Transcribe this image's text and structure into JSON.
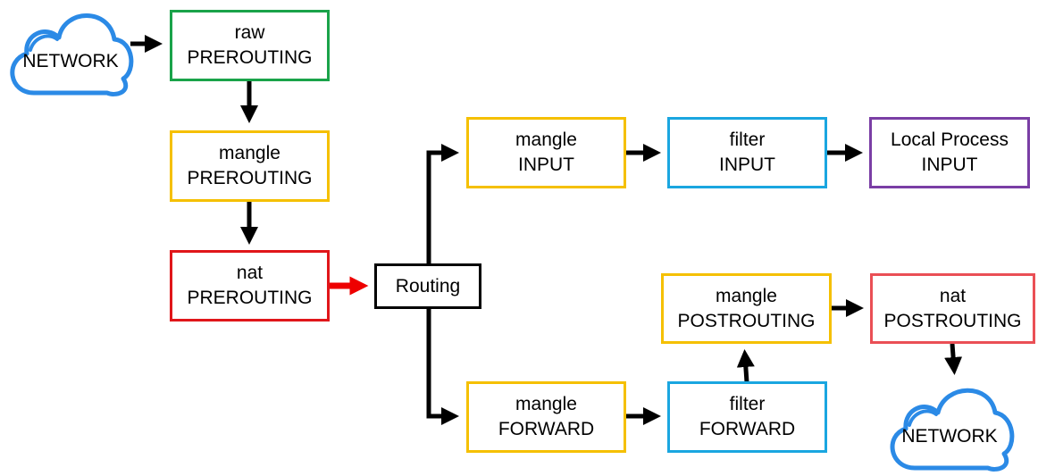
{
  "colors": {
    "raw": "#1aa34a",
    "mangle": "#f5c000",
    "nat_prerouting": "#e0161a",
    "nat_postrouting": "#ea4f55",
    "routing": "#000000",
    "filter": "#1aa6e0",
    "local": "#7a3ea5",
    "arrow": "#000000",
    "arrow_highlight": "#ee0000",
    "cloud": "#2b8ae6"
  },
  "clouds": {
    "in": {
      "label": "NETWORK",
      "icon": "cloud-icon"
    },
    "out": {
      "label": "NETWORK",
      "icon": "cloud-icon"
    }
  },
  "nodes": {
    "raw_prerouting": {
      "line1": "raw",
      "line2": "PREROUTING"
    },
    "mangle_prerouting": {
      "line1": "mangle",
      "line2": "PREROUTING"
    },
    "nat_prerouting": {
      "line1": "nat",
      "line2": "PREROUTING"
    },
    "routing": {
      "line1": "Routing"
    },
    "mangle_input": {
      "line1": "mangle",
      "line2": "INPUT"
    },
    "filter_input": {
      "line1": "filter",
      "line2": "INPUT"
    },
    "local_input": {
      "line1": "Local Process",
      "line2": "INPUT"
    },
    "mangle_forward": {
      "line1": "mangle",
      "line2": "FORWARD"
    },
    "filter_forward": {
      "line1": "filter",
      "line2": "FORWARD"
    },
    "mangle_postrouting": {
      "line1": "mangle",
      "line2": "POSTROUTING"
    },
    "nat_postrouting": {
      "line1": "nat",
      "line2": "POSTROUTING"
    }
  }
}
